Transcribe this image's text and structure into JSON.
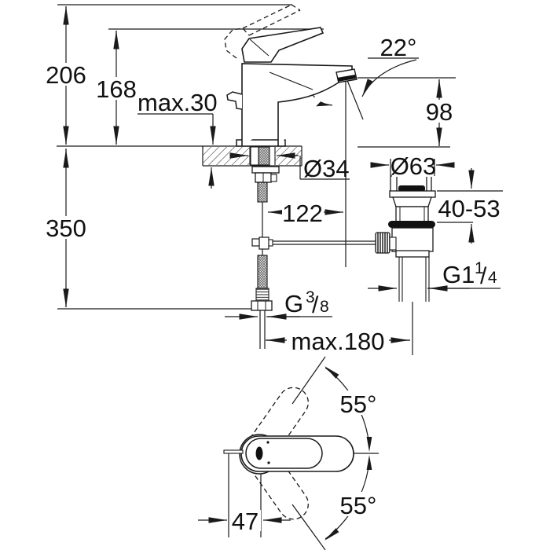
{
  "drawing": {
    "title": "faucet-installation-dimension-drawing",
    "side_view": {
      "total_height": "206",
      "handle_height": "168",
      "max_deck_thickness": "max.30",
      "below_deck_depth": "350",
      "hole_diameter": "Ø34",
      "spout_height": "98",
      "spout_angle": "22°",
      "spout_reach": "122",
      "drain_flange_diameter": "Ø63",
      "drain_adjust_range": "40-53",
      "drain_thread": {
        "main": "G1",
        "sup": "1",
        "slash": "/",
        "sub": "4"
      },
      "supply_thread": {
        "main": "G",
        "sup": "3",
        "slash": "/",
        "sub": "8"
      },
      "supply_spread": "max.180"
    },
    "top_view": {
      "swivel_angle_up": "55°",
      "swivel_angle_down": "55°",
      "rod_offset": "47"
    },
    "colors": {
      "line": "#1a1a1a",
      "dark_fill": "#111111",
      "background": "#ffffff"
    }
  }
}
